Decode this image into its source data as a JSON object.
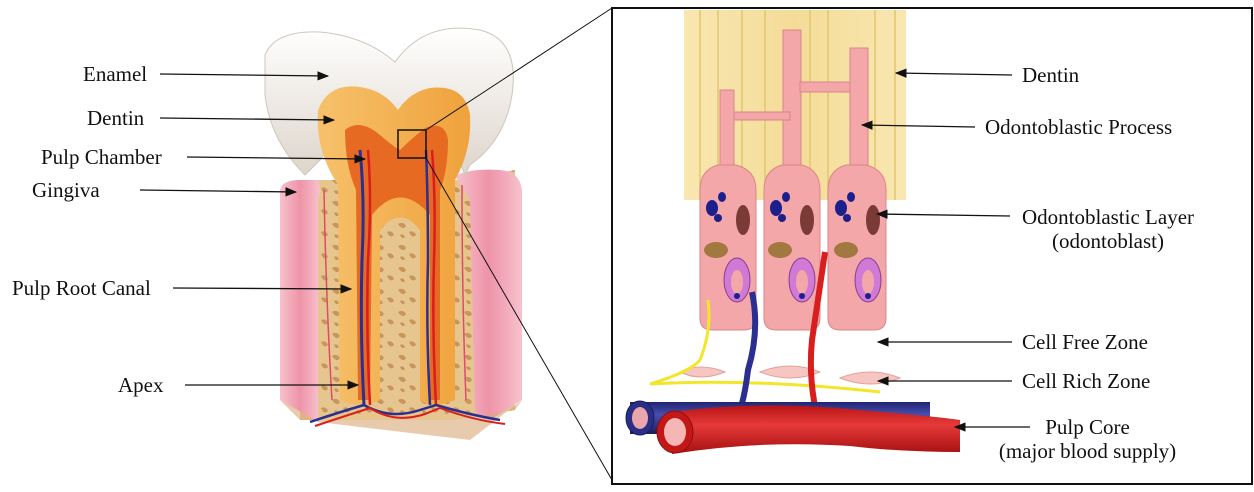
{
  "left_labels": {
    "enamel": "Enamel",
    "dentin": "Dentin",
    "pulp_chamber": "Pulp Chamber",
    "gingiva": "Gingiva",
    "pulp_root_canal": "Pulp Root Canal",
    "apex": "Apex"
  },
  "right_labels": {
    "dentin": "Dentin",
    "odontoblastic_process": "Odontoblastic Process",
    "odontoblastic_layer_line1": "Odontoblastic Layer",
    "odontoblastic_layer_line2": "(odontoblast)",
    "cell_free_zone": "Cell Free Zone",
    "cell_rich_zone": "Cell Rich Zone",
    "pulp_core_line1": "Pulp Core",
    "pulp_core_line2": "(major blood supply)"
  },
  "colors": {
    "enamel": "#f3eee8",
    "dentin": "#f2a84a",
    "pulp": "#e8641a",
    "gingiva": "#f0a2b4",
    "bone": "#e4c38d",
    "dentin_tubules": "#f6e3a6",
    "odontoblast": "#f4a7a9",
    "artery": "#d91e1e",
    "vein": "#2b2f8f",
    "nerve": "#f2e62a"
  }
}
